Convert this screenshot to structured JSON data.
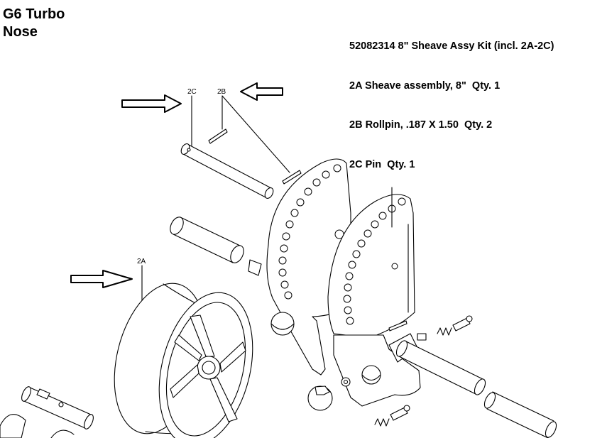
{
  "title": {
    "line1": "G6 Turbo",
    "line2": "Nose"
  },
  "kit_list": {
    "line1": "52082314 8\" Sheave Assy Kit (incl. 2A-2C)",
    "line2": "2A Sheave assembly, 8\"  Qty. 1",
    "line3": "2B Rollpin, .187 X 1.50  Qty. 2",
    "line4": "2C Pin  Qty. 1"
  },
  "callouts": {
    "pin": "2C",
    "rollpin": "2B",
    "sheave": "2A"
  }
}
